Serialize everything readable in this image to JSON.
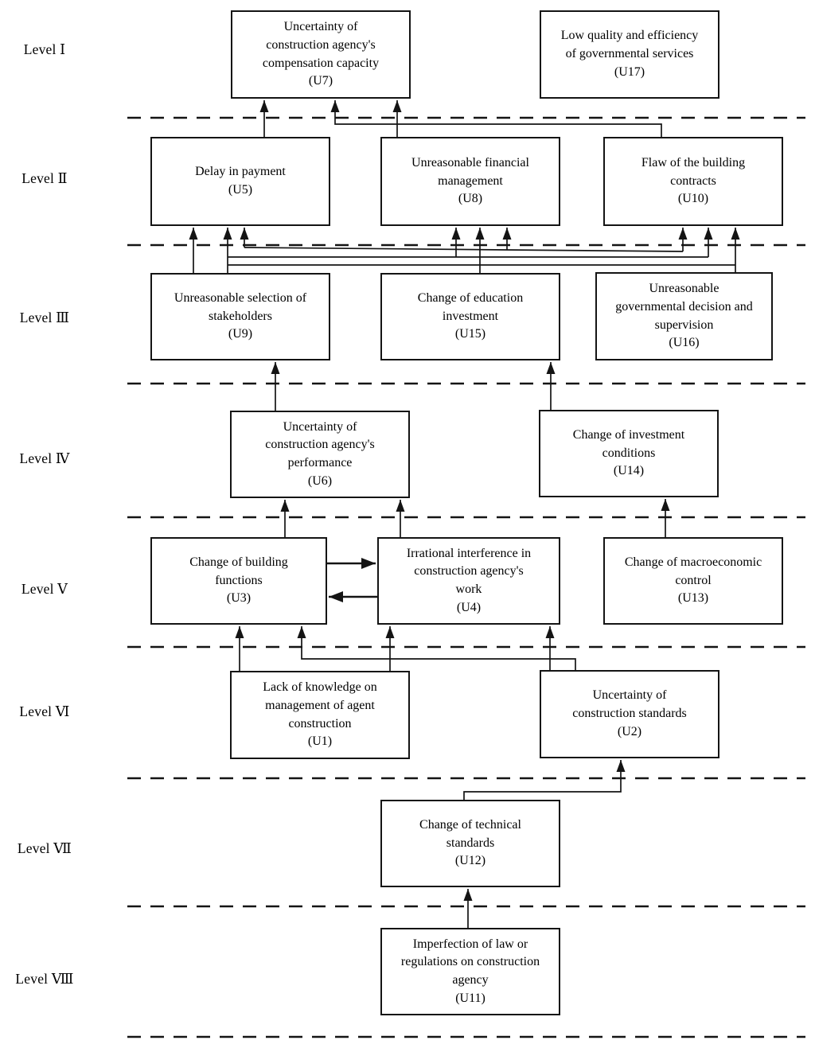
{
  "diagram": {
    "type": "interpretive-structural-model-hierarchy",
    "colors": {
      "line": "#141414",
      "background": "#ffffff",
      "text": "#000000"
    },
    "levels": [
      {
        "label": "Level Ⅰ"
      },
      {
        "label": "Level Ⅱ"
      },
      {
        "label": "Level Ⅲ"
      },
      {
        "label": "Level Ⅳ"
      },
      {
        "label": "Level Ⅴ"
      },
      {
        "label": "Level Ⅵ"
      },
      {
        "label": "Level Ⅶ"
      },
      {
        "label": "Level Ⅷ"
      }
    ],
    "nodes": [
      {
        "id": "U7",
        "level": 1,
        "label": "Uncertainty of\nconstruction agency's\ncompensation capacity\n(U7)"
      },
      {
        "id": "U17",
        "level": 1,
        "label": "Low quality and efficiency\nof governmental services\n(U17)"
      },
      {
        "id": "U5",
        "level": 2,
        "label": "Delay in payment\n(U5)"
      },
      {
        "id": "U8",
        "level": 2,
        "label": "Unreasonable financial\nmanagement\n(U8)"
      },
      {
        "id": "U10",
        "level": 2,
        "label": "Flaw of the building\ncontracts\n(U10)"
      },
      {
        "id": "U9",
        "level": 3,
        "label": "Unreasonable selection of\nstakeholders\n(U9)"
      },
      {
        "id": "U15",
        "level": 3,
        "label": "Change of education\ninvestment\n(U15)"
      },
      {
        "id": "U16",
        "level": 3,
        "label": "Unreasonable\ngovernmental decision and\nsupervision\n(U16)"
      },
      {
        "id": "U6",
        "level": 4,
        "label": "Uncertainty of\nconstruction agency's\nperformance\n(U6)"
      },
      {
        "id": "U14",
        "level": 4,
        "label": "Change of investment\nconditions\n(U14)"
      },
      {
        "id": "U3",
        "level": 5,
        "label": "Change of building\nfunctions\n(U3)"
      },
      {
        "id": "U4",
        "level": 5,
        "label": "Irrational interference in\nconstruction agency's\nwork\n(U4)"
      },
      {
        "id": "U13",
        "level": 5,
        "label": "Change of macroeconomic\ncontrol\n(U13)"
      },
      {
        "id": "U1",
        "level": 6,
        "label": "Lack of knowledge on\nmanagement of agent\nconstruction\n(U1)"
      },
      {
        "id": "U2",
        "level": 6,
        "label": "Uncertainty of\nconstruction standards\n(U2)"
      },
      {
        "id": "U12",
        "level": 7,
        "label": "Change of technical\nstandards\n(U12)"
      },
      {
        "id": "U11",
        "level": 8,
        "label": "Imperfection of law or\nregulations on construction\nagency\n(U11)"
      }
    ],
    "edges": [
      {
        "from": "U5",
        "to": "U7"
      },
      {
        "from": "U8",
        "to": "U7"
      },
      {
        "from": "U10",
        "to": "U7"
      },
      {
        "from": "U9",
        "to": "U5"
      },
      {
        "from": "U9",
        "to": "U8"
      },
      {
        "from": "U9",
        "to": "U10"
      },
      {
        "from": "U15",
        "to": "U8"
      },
      {
        "from": "U16",
        "to": "U5"
      },
      {
        "from": "U16",
        "to": "U8"
      },
      {
        "from": "U16",
        "to": "U10"
      },
      {
        "from": "U6",
        "to": "U9"
      },
      {
        "from": "U14",
        "to": "U15"
      },
      {
        "from": "U3",
        "to": "U6"
      },
      {
        "from": "U4",
        "to": "U6"
      },
      {
        "from": "U13",
        "to": "U14"
      },
      {
        "from": "U3",
        "to": "U4"
      },
      {
        "from": "U4",
        "to": "U3"
      },
      {
        "from": "U1",
        "to": "U3"
      },
      {
        "from": "U1",
        "to": "U4"
      },
      {
        "from": "U2",
        "to": "U3"
      },
      {
        "from": "U2",
        "to": "U4"
      },
      {
        "from": "U12",
        "to": "U2"
      },
      {
        "from": "U11",
        "to": "U12"
      }
    ],
    "notes": "Long horizontal connectors run just below the Level II/III dashed separator, carrying links from lower-level factors into U5, U8 and U10. U17 has no incoming or outgoing links."
  }
}
